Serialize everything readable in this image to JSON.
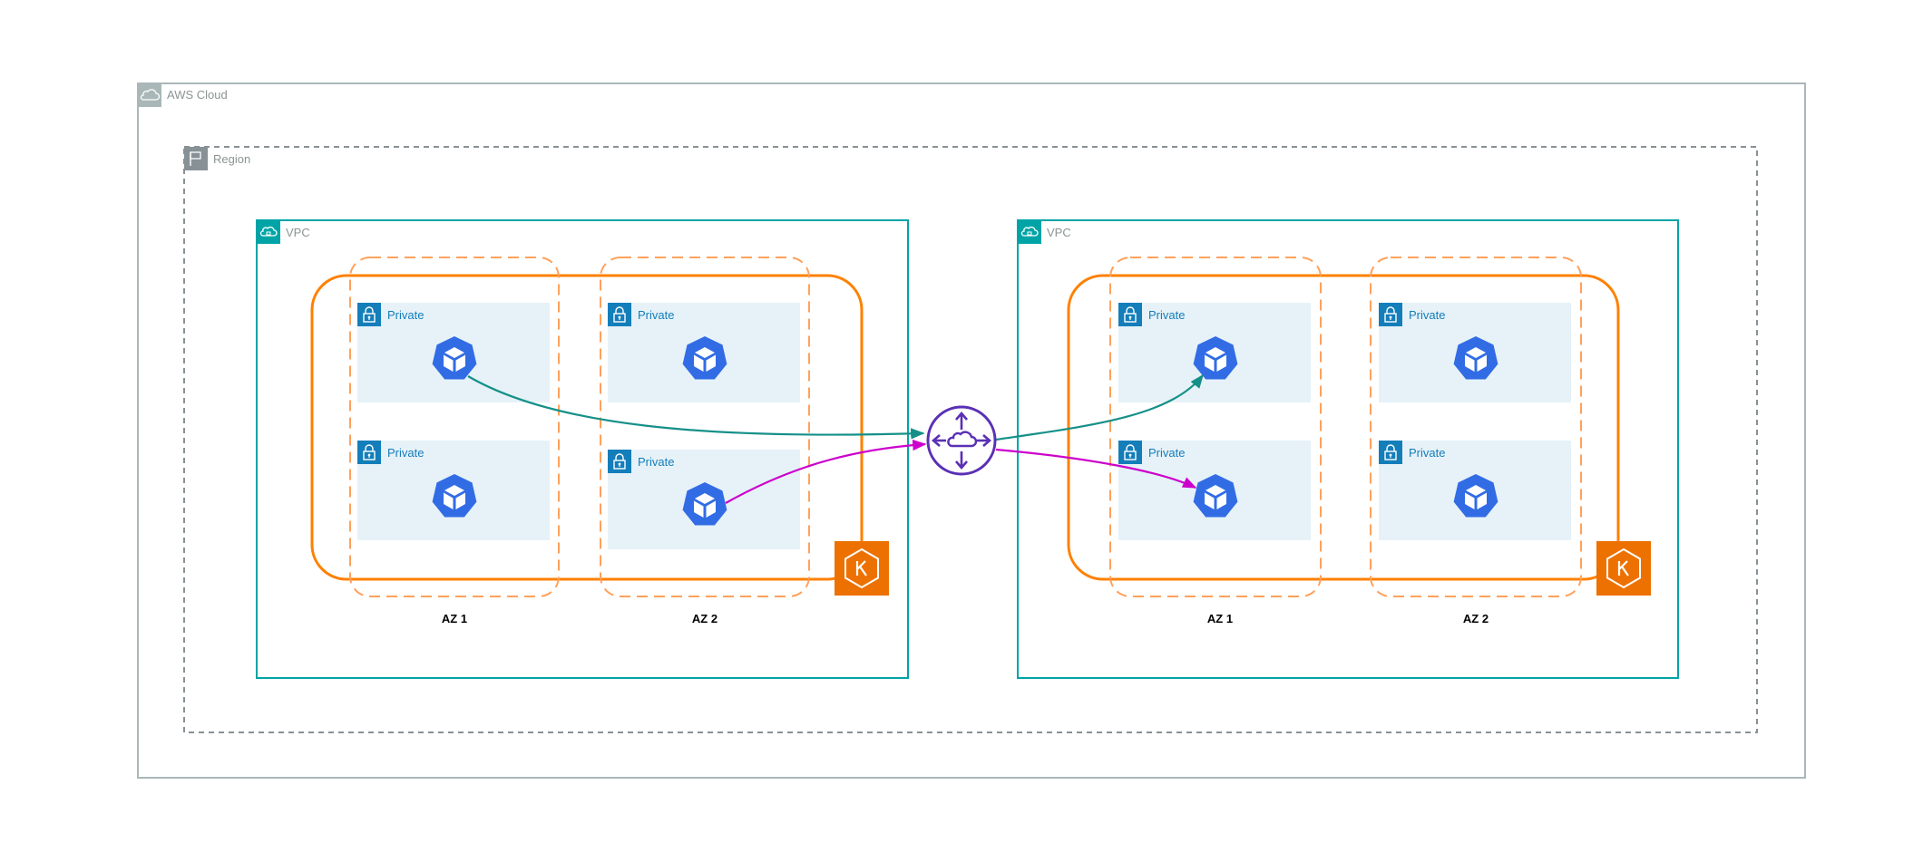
{
  "cloud": {
    "label": "AWS Cloud"
  },
  "region": {
    "label": "Region"
  },
  "vpcs": [
    {
      "label": "VPC",
      "az_labels": [
        "AZ 1",
        "AZ 2"
      ],
      "subnet_labels": [
        "Private",
        "Private",
        "Private",
        "Private"
      ]
    },
    {
      "label": "VPC",
      "az_labels": [
        "AZ 1",
        "AZ 2"
      ],
      "subnet_labels": [
        "Private",
        "Private",
        "Private",
        "Private"
      ]
    }
  ],
  "colors": {
    "cloud_border": "#aab7b8",
    "region_border": "#879196",
    "vpc_border": "#00a4a6",
    "cluster_border": "#ff8000",
    "az_border": "#ffa15c",
    "subnet_fill": "#e6f2f8",
    "subnet_icon": "#147eba",
    "pod_icon": "#326ce5",
    "transit_gateway": "#5a30b5",
    "eks_icon": "#ed7100",
    "flow_teal": "#159088",
    "flow_magenta": "#cc00cc"
  },
  "icons": [
    "cloud-icon",
    "region-flag-icon",
    "vpc-icon",
    "private-subnet-lock-icon",
    "kubernetes-pod-icon",
    "transit-gateway-icon",
    "eks-icon"
  ]
}
